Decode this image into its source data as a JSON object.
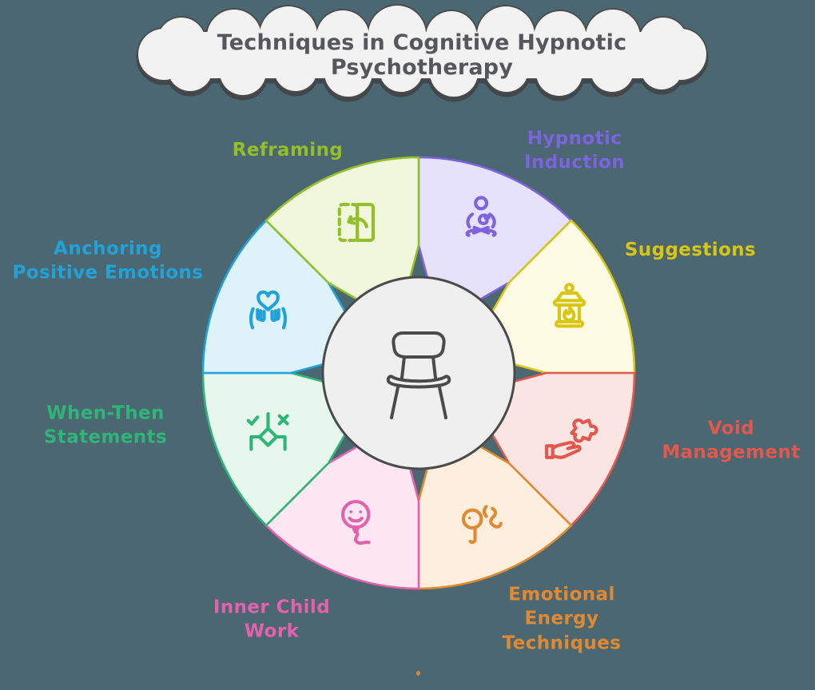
{
  "title": {
    "text": "Techniques in Cognitive Hypnotic Psychotherapy"
  },
  "center": {
    "icon": "chair-icon"
  },
  "colors": {
    "background": "#4b6771",
    "cloud_fill": "#f2f2f2",
    "cloud_stroke": "#4a4a4b",
    "title_text": "#56575a",
    "hub_fill": "#efefef",
    "hub_stroke": "#4a4a4b",
    "footer_dot": "#d9854b"
  },
  "segments": [
    {
      "id": "hypnotic-induction",
      "label": "Hypnotic\nInduction",
      "color": "#7c63e0",
      "fill": "#e7e2fb",
      "icon": "meditation-icon"
    },
    {
      "id": "suggestions",
      "label": "Suggestions",
      "color": "#d9c514",
      "fill": "#fdfbe4",
      "icon": "lantern-icon"
    },
    {
      "id": "void-management",
      "label": "Void\nManagement",
      "color": "#e2574e",
      "fill": "#fbe5e3",
      "icon": "hand-puzzle-icon"
    },
    {
      "id": "emotional-energy-techniques",
      "label": "Emotional\nEnergy\nTechniques",
      "color": "#df8a33",
      "fill": "#fdeede",
      "icon": "energy-release-icon"
    },
    {
      "id": "inner-child-work",
      "label": "Inner Child\nWork",
      "color": "#e462ac",
      "fill": "#fbe6f2",
      "icon": "balloon-smiley-icon"
    },
    {
      "id": "when-then-statements",
      "label": "When-Then\nStatements",
      "color": "#2fb577",
      "fill": "#e7f7ee",
      "icon": "decision-check-icon"
    },
    {
      "id": "anchoring-positive-emotions",
      "label": "Anchoring\nPositive Emotions",
      "color": "#21a2d8",
      "fill": "#def2fa",
      "icon": "hands-heart-icon"
    },
    {
      "id": "reframing",
      "label": "Reframing",
      "color": "#93bf2b",
      "fill": "#f1f7dd",
      "icon": "reframe-arrow-icon"
    }
  ]
}
